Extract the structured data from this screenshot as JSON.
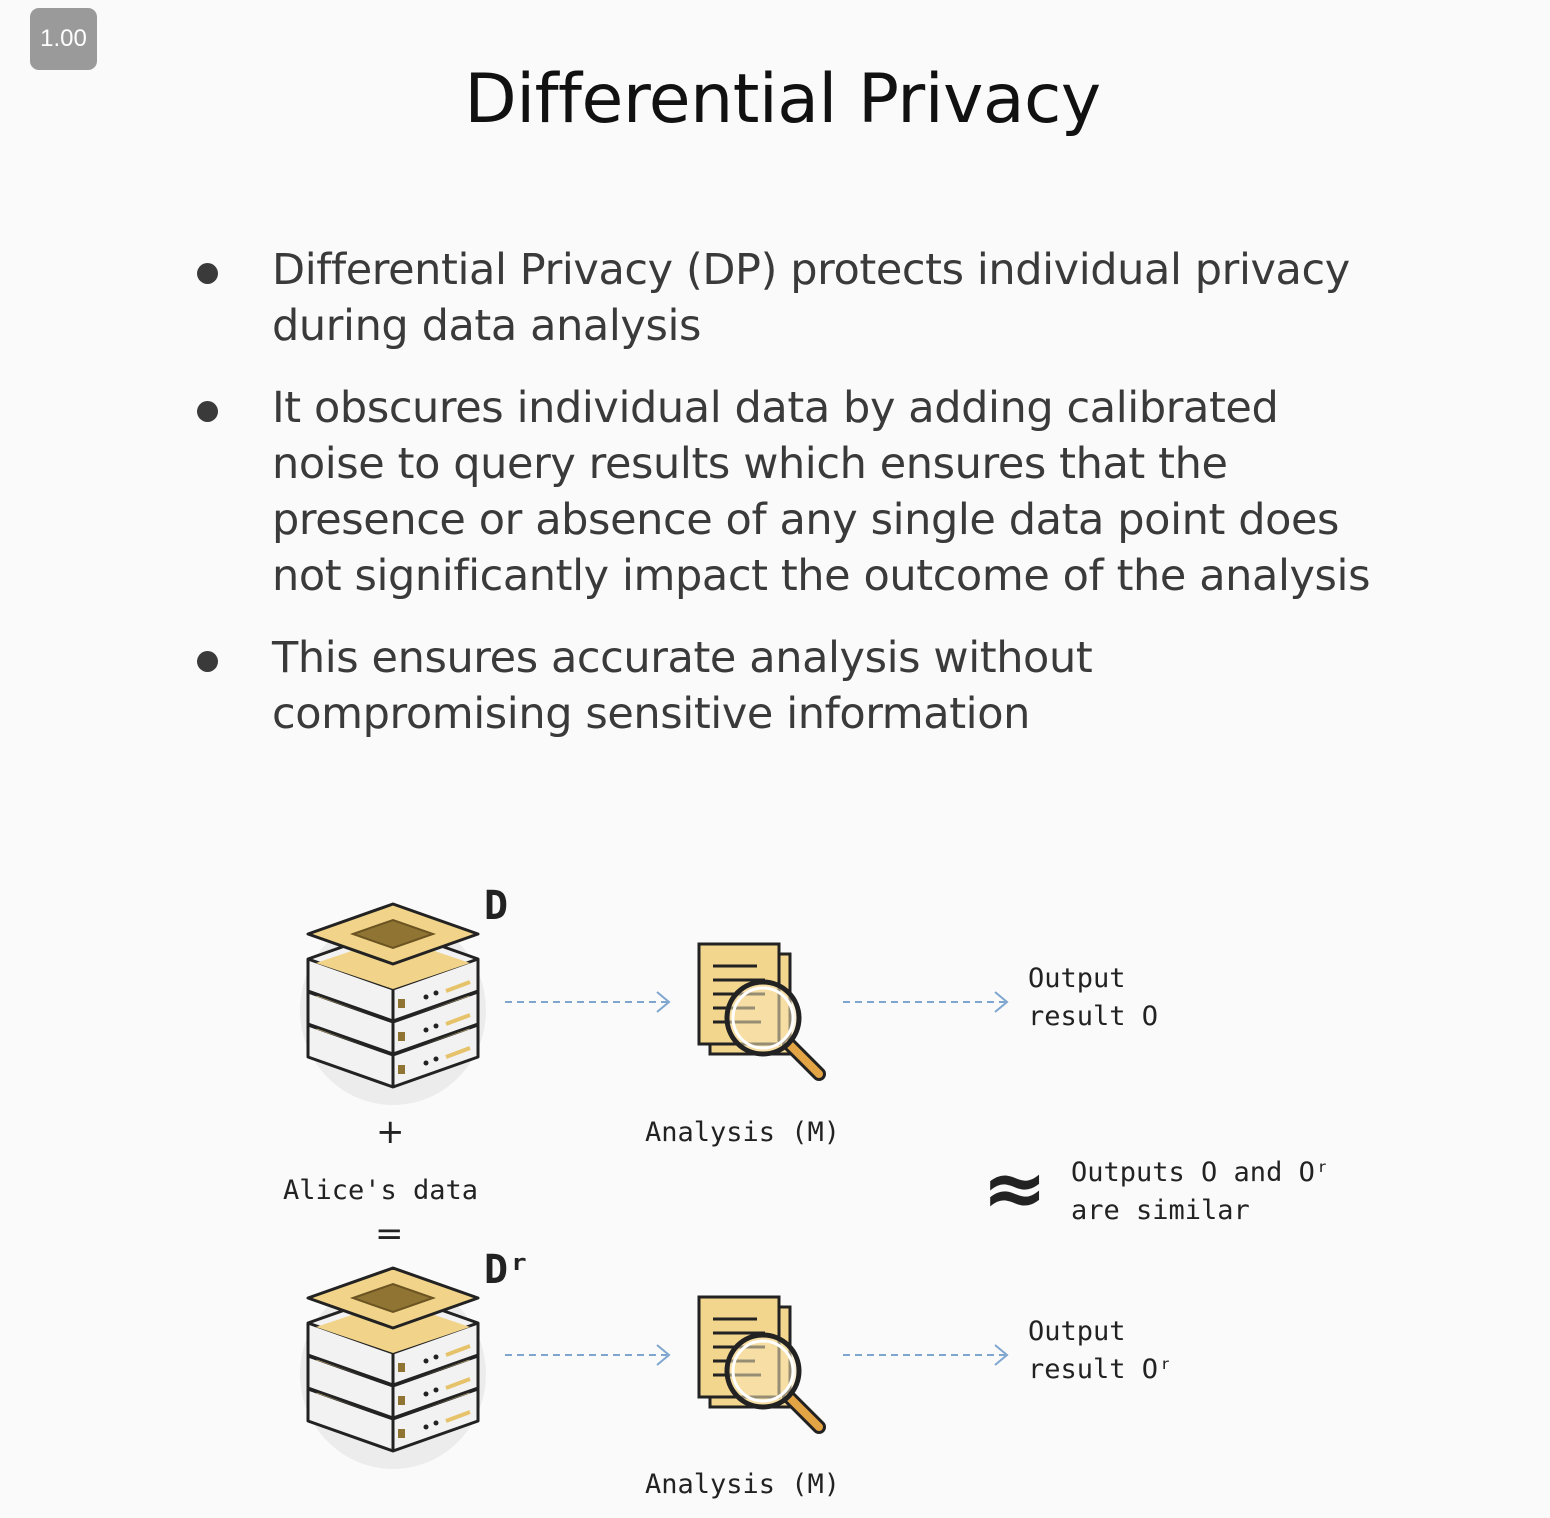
{
  "zoom_label": "1.00",
  "title": "Differential Privacy",
  "bullets": [
    "Differential Privacy (DP) protects individual privacy during data analysis",
    "It obscures individual data by adding calibrated noise to query results which ensures that the presence or absence of any single data point does not significantly impact the outcome of the analysis",
    "This ensures accurate analysis without compromising sensitive information"
  ],
  "diagram": {
    "dataset_top_label": "D",
    "dataset_bottom_label": "Dʳ",
    "plus_symbol": "+",
    "alice_label": "Alice's data",
    "equals_symbol": "=",
    "analysis_top_label": "Analysis (M)",
    "analysis_bottom_label": "Analysis (M)",
    "output_top_line1": "Output",
    "output_top_line2": "result O",
    "output_bottom_line1": "Output",
    "output_bottom_line2": "result Oʳ",
    "approx_symbol": "≈",
    "similar_line1": "Outputs O and Oʳ",
    "similar_line2": "are similar"
  },
  "colors": {
    "database_fill": "#f1d48a",
    "database_top": "#8f7433",
    "document_fill": "#f3d68d",
    "arrow": "#7fa6cf"
  }
}
